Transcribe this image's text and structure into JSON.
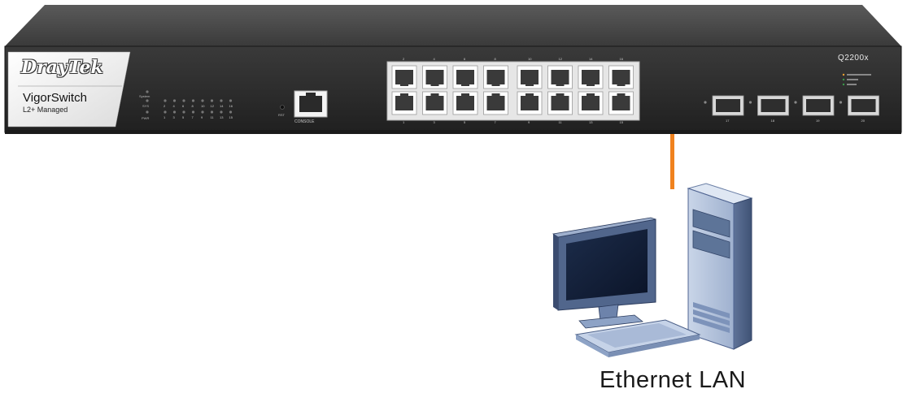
{
  "device": {
    "brand": "DrayTek",
    "product_name": "VigorSwitch",
    "product_subtitle": "L2+ Managed",
    "model": "Q2200x",
    "console_label": "CONSOLE",
    "reset_label": "RST",
    "led_labels": {
      "system": "System",
      "sys": "SYS",
      "pwr": "PWR"
    },
    "port_numbers_top": [
      "2",
      "4",
      "6",
      "8",
      "10",
      "12",
      "14",
      "16"
    ],
    "port_numbers_bottom": [
      "1",
      "3",
      "5",
      "7",
      "9",
      "11",
      "13",
      "15"
    ],
    "sfp_numbers": [
      "17",
      "18",
      "19",
      "20"
    ]
  },
  "link": {
    "color": "#f0821e"
  },
  "computer": {
    "label": "Ethernet LAN"
  },
  "colors": {
    "chassis": "#2b2b2b",
    "chassis_top": "#4a4a4a",
    "tower": "#aab9d3",
    "monitor": "#5d7498"
  }
}
